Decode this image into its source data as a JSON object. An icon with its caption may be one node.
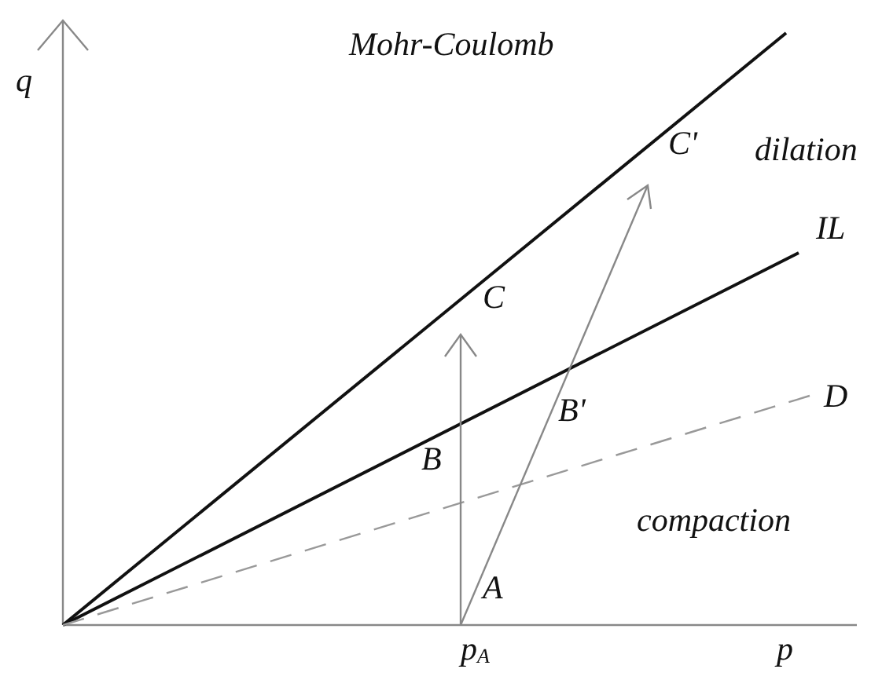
{
  "diagram": {
    "labels": [
      "Mohr-Coulomb",
      "q",
      "C'",
      "dilation",
      "IL",
      "C",
      "D",
      "B'",
      "B",
      "compaction",
      "A",
      "p$_{A}$",
      "p"
    ]
  }
}
